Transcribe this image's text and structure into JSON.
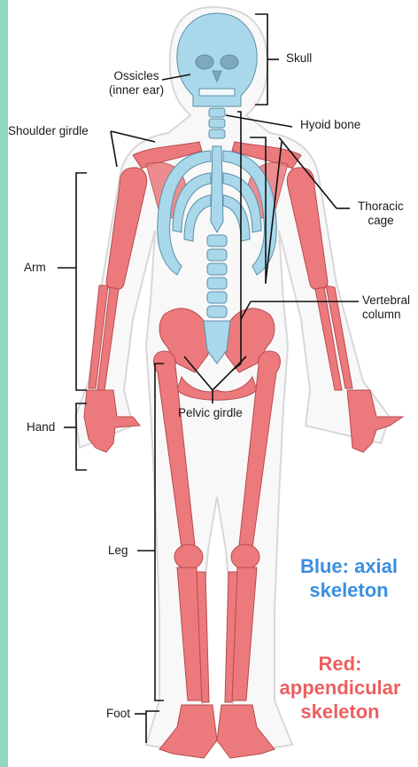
{
  "labels": {
    "skull": "Skull",
    "ossicles_line1": "Ossicles",
    "ossicles_line2": "(inner ear)",
    "hyoid": "Hyoid bone",
    "shoulder_girdle": "Shoulder girdle",
    "thoracic_line1": "Thoracic",
    "thoracic_line2": "cage",
    "arm": "Arm",
    "vertebral_line1": "Vertebral",
    "vertebral_line2": "column",
    "hand": "Hand",
    "pelvic_girdle": "Pelvic girdle",
    "leg": "Leg",
    "foot": "Foot"
  },
  "legend": {
    "blue_line1": "Blue: axial",
    "blue_line2": "skeleton",
    "red_line1": "Red:",
    "red_line2": "appendicular",
    "red_line3": "skeleton"
  },
  "colors": {
    "axial": "#a9d8ea",
    "axial_stroke": "#5a8ea8",
    "appendicular": "#ec7a7c",
    "appendicular_stroke": "#b84a50",
    "legend_blue": "#3a8fe0",
    "legend_red": "#ec5f5f",
    "background_strip": "#8fd8bf"
  }
}
